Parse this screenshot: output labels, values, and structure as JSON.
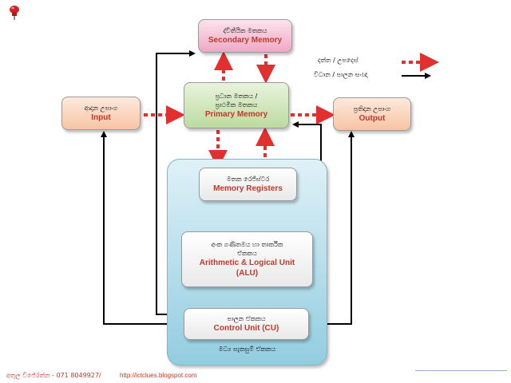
{
  "nodes": {
    "secondary_memory": {
      "label_si": "ද්විතීයික මතකය",
      "label_en": "Secondary Memory"
    },
    "primary_memory": {
      "label_si_1": "ප්‍රධාන මතකය /",
      "label_si_2": "ප්‍රාථමික මතකය",
      "label_en": "Primary Memory"
    },
    "input": {
      "label_si": "ආදාන උපාංග",
      "label_en": "Input"
    },
    "output": {
      "label_si": "ප්‍රතිදාන උපාංග",
      "label_en": "Output"
    },
    "memory_registers": {
      "label_si": "මතක රෙජිස්ටර",
      "label_en": "Memory Registers"
    },
    "alu": {
      "label_si_1": "අංක ගණිතමය හා තාර්කික",
      "label_si_2": "ඒකකය",
      "label_en_1": "Arithmetic & Logical Unit",
      "label_en_2": "(ALU)"
    },
    "control_unit": {
      "label_si": "පාලන ඒකකය",
      "label_en": "Control Unit (CU)"
    },
    "cpu": {
      "label_si": "මධ්‍ය සැකසුම් ඒකකය"
    }
  },
  "legend": {
    "data_flow": "දත්ත / උපදෙස්",
    "control_signal": "විධාන / පාලන සංඥා"
  },
  "footer": {
    "author": "අතුල විජේරත්න - 071 8049927/",
    "url": "http://ictclues.blogspot.com"
  },
  "colors": {
    "data_arrow": "#e03030",
    "control_arrow": "#000000",
    "pin": "#d42020"
  },
  "icons": {
    "corner": "pushpin-icon"
  }
}
